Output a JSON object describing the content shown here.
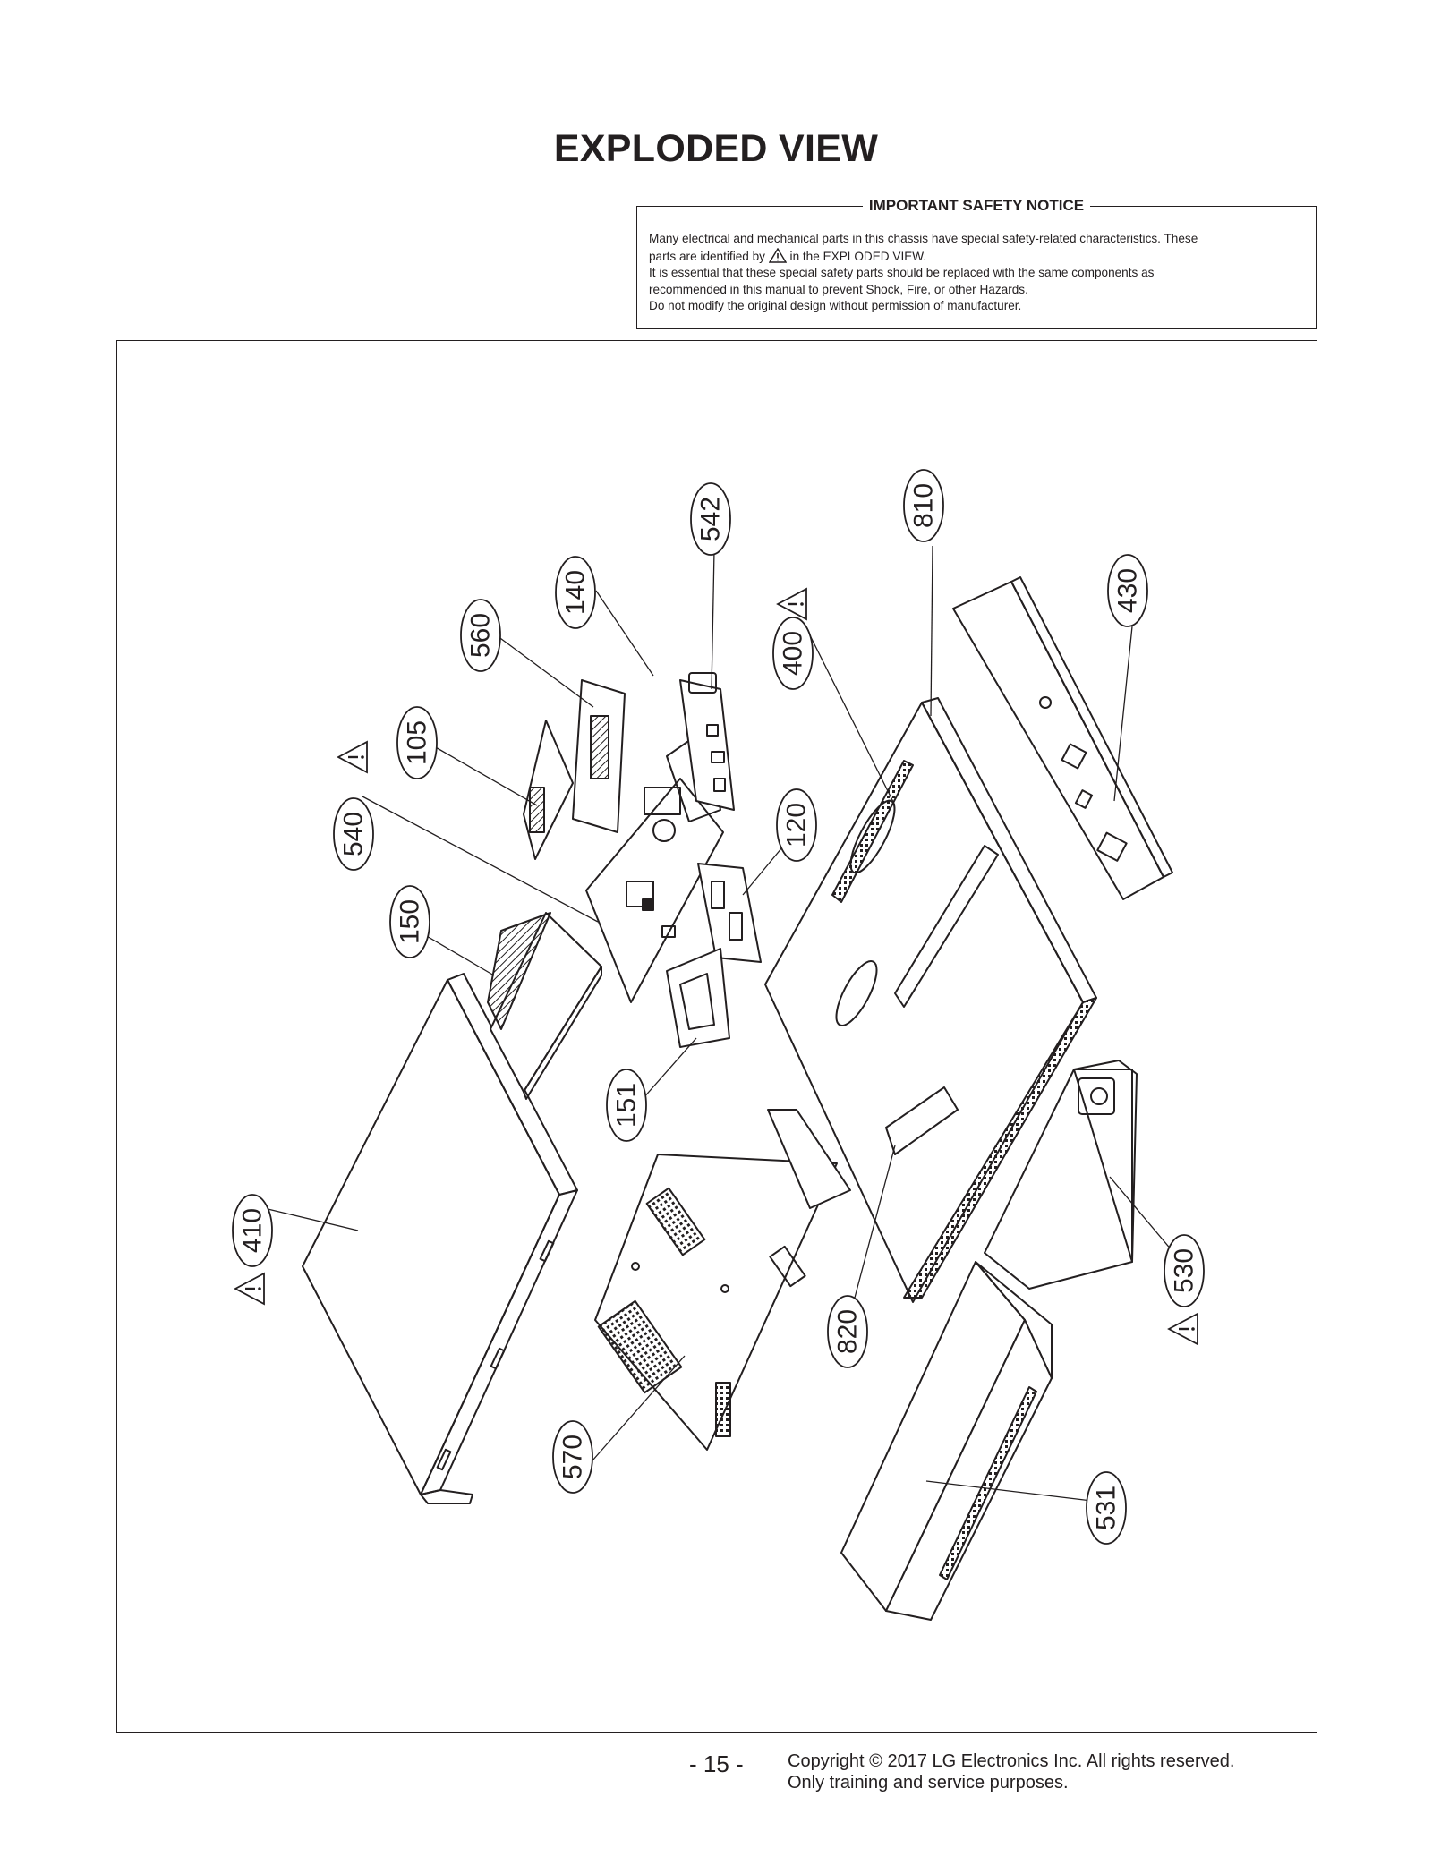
{
  "title": "EXPLODED VIEW",
  "safety_notice": {
    "heading": "IMPORTANT SAFETY NOTICE",
    "line1": "Many electrical and mechanical parts in this chassis have special safety-related characteristics. These",
    "line2_before": "parts are identified by",
    "line2_after": "in the EXPLODED VIEW.",
    "line3": "It is essential that these special safety parts should be replaced with the same components as",
    "line4": "recommended in this manual to prevent Shock, Fire, or other Hazards.",
    "line5": "Do not modify the original design without permission of manufacturer."
  },
  "callouts": [
    {
      "id": "c105",
      "label": "105",
      "safety": false
    },
    {
      "id": "c120",
      "label": "120",
      "safety": false
    },
    {
      "id": "c140",
      "label": "140",
      "safety": false
    },
    {
      "id": "c150",
      "label": "150",
      "safety": false
    },
    {
      "id": "c151",
      "label": "151",
      "safety": false
    },
    {
      "id": "c400",
      "label": "400",
      "safety": true
    },
    {
      "id": "c410",
      "label": "410",
      "safety": true
    },
    {
      "id": "c430",
      "label": "430",
      "safety": false
    },
    {
      "id": "c530",
      "label": "530",
      "safety": true
    },
    {
      "id": "c531",
      "label": "531",
      "safety": false
    },
    {
      "id": "c540",
      "label": "540",
      "safety": true
    },
    {
      "id": "c542",
      "label": "542",
      "safety": false
    },
    {
      "id": "c560",
      "label": "560",
      "safety": false
    },
    {
      "id": "c570",
      "label": "570",
      "safety": false
    },
    {
      "id": "c810",
      "label": "810",
      "safety": false
    },
    {
      "id": "c820",
      "label": "820",
      "safety": false
    }
  ],
  "footer": {
    "page_number": "- 15 -",
    "copyright_line1": "Copyright © 2017 LG Electronics Inc. All rights reserved.",
    "copyright_line2": "Only training and service purposes."
  }
}
